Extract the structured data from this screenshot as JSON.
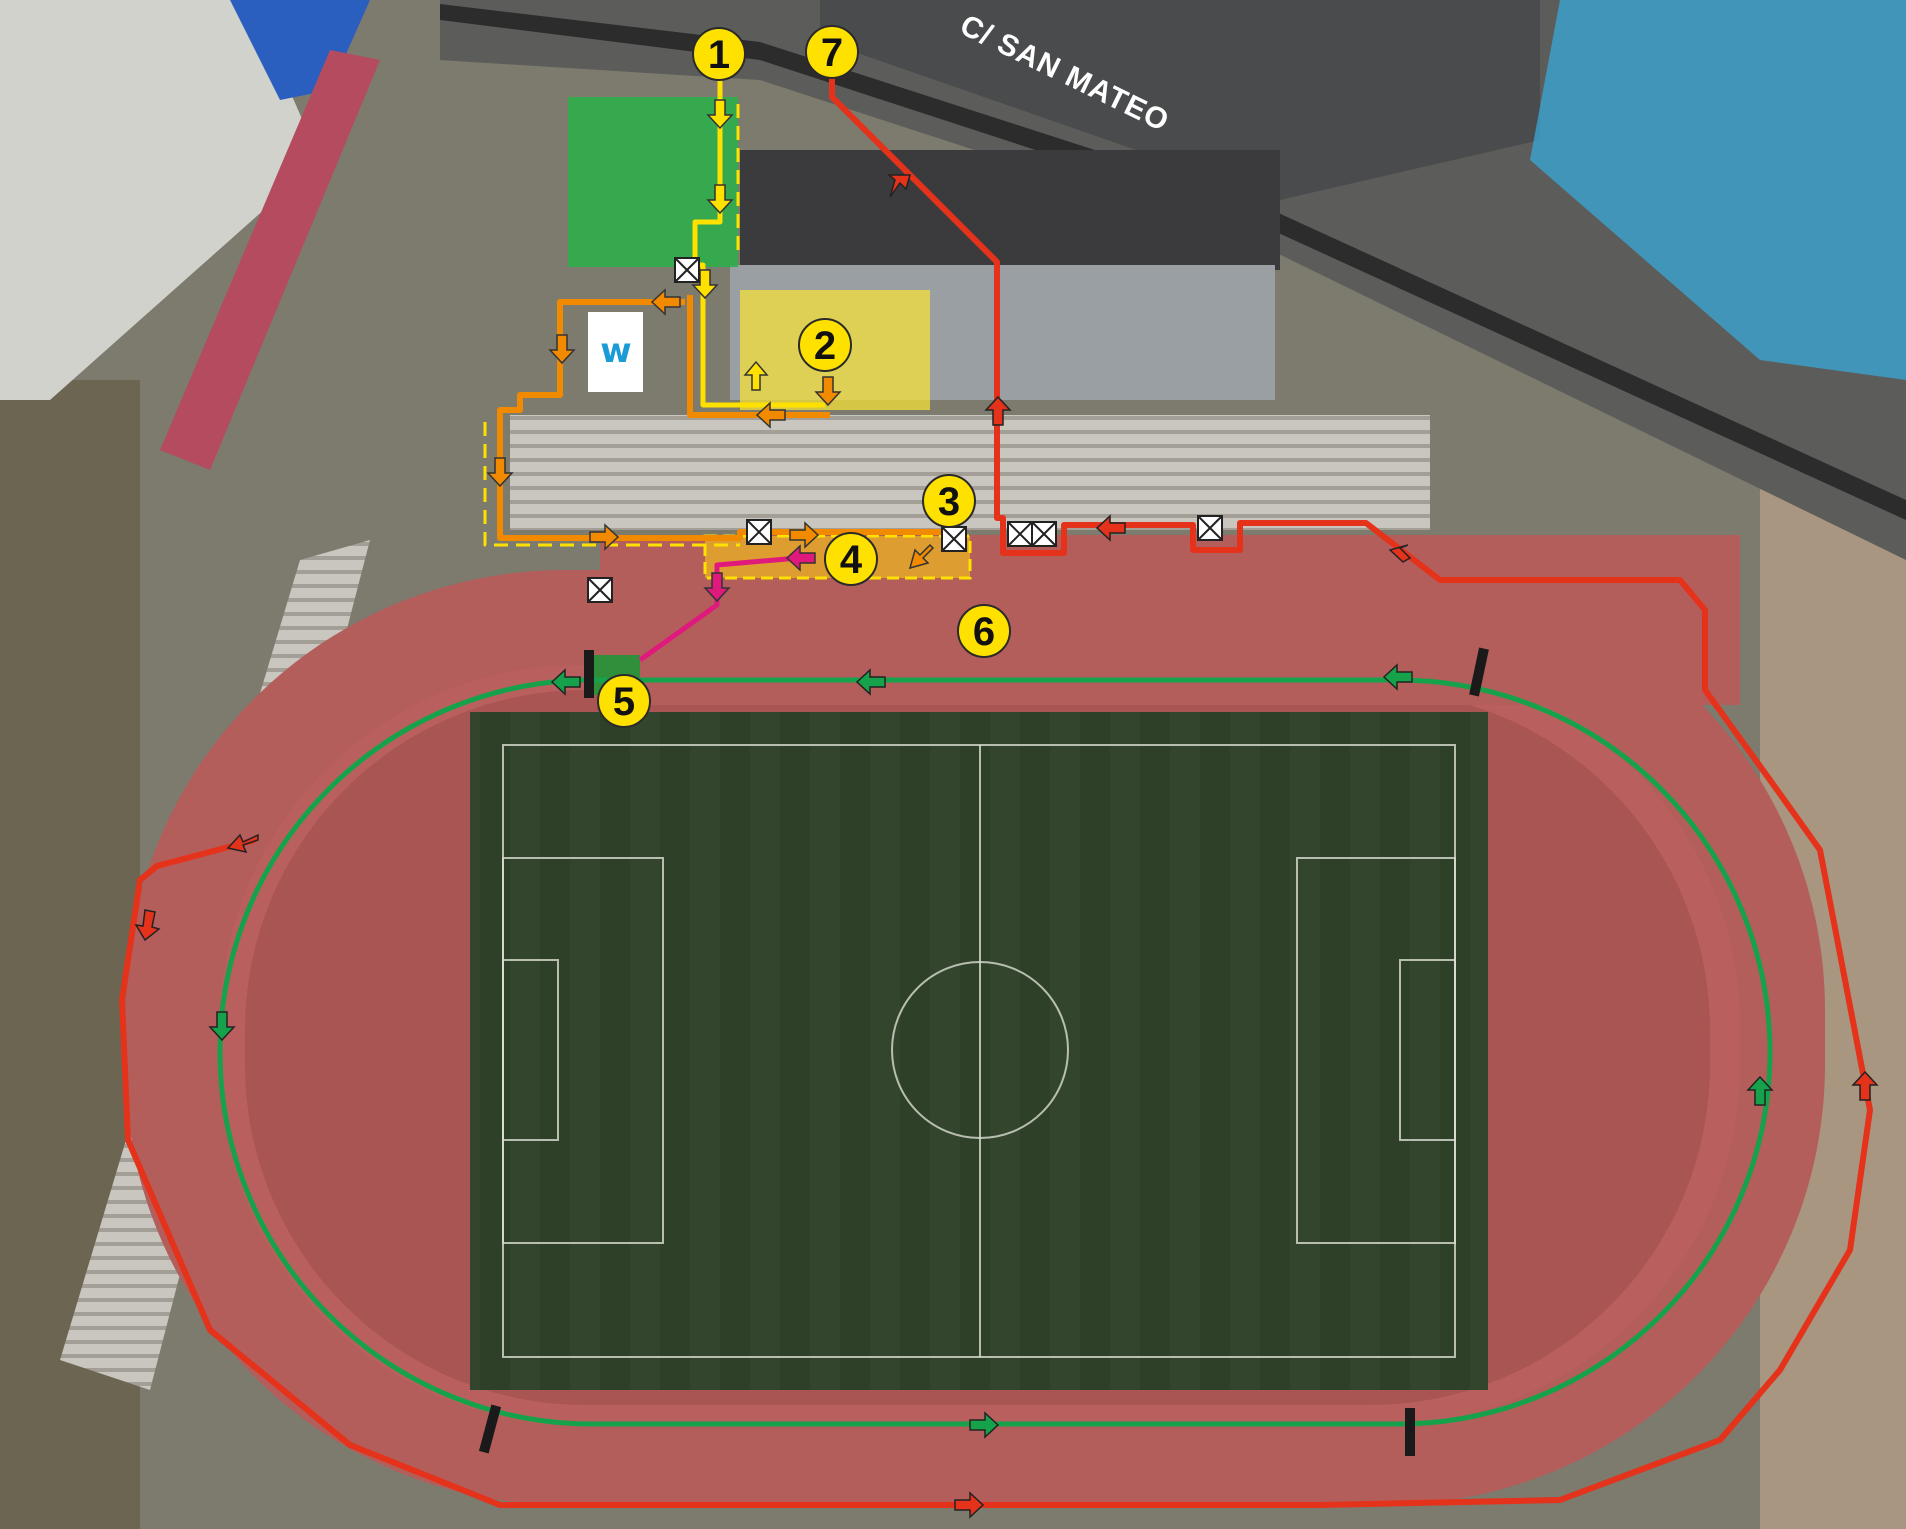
{
  "street_label": "C/ SAN MATEO",
  "facility_logo": {
    "text": "w",
    "color": "#1a9ad6"
  },
  "markers": [
    {
      "id": "1",
      "label": "1"
    },
    {
      "id": "2",
      "label": "2"
    },
    {
      "id": "3",
      "label": "3"
    },
    {
      "id": "4",
      "label": "4"
    },
    {
      "id": "5",
      "label": "5"
    },
    {
      "id": "6",
      "label": "6"
    },
    {
      "id": "7",
      "label": "7"
    }
  ],
  "route_colors": {
    "yellow": "#ffe100",
    "orange": "#f28a00",
    "magenta": "#e0197d",
    "green": "#16a24a",
    "red": "#e4321b"
  },
  "zone_colors": {
    "warmup_area": "#2fae4a",
    "zone_2": "#f3e03a",
    "parking_zone": "#38a8d8"
  },
  "icons": [
    "gate-icon",
    "direction-arrow-icon",
    "timing-mat-icon"
  ]
}
